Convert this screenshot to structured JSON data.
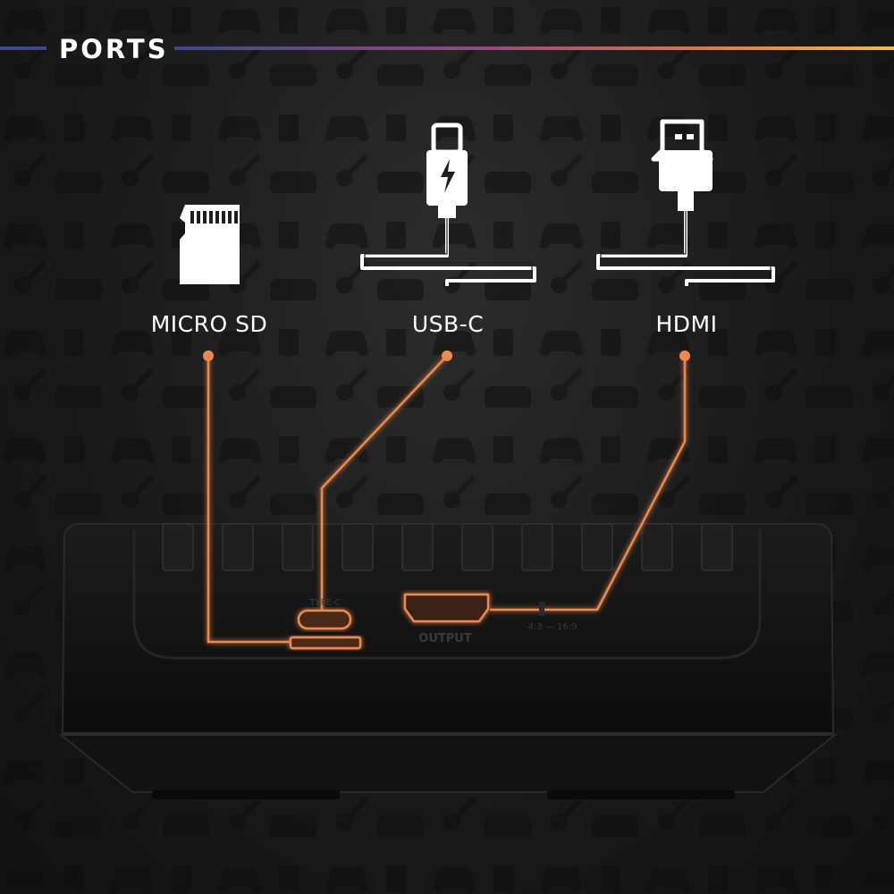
{
  "header": {
    "title": "PORTS"
  },
  "ports": [
    {
      "label": "MICRO SD",
      "icon": "micro-sd-card-icon"
    },
    {
      "label": "USB-C",
      "icon": "usb-c-cable-icon"
    },
    {
      "label": "HDMI",
      "icon": "hdmi-cable-icon"
    }
  ],
  "device": {
    "usb_port_text": "TYPE-C",
    "hdmi_port_text": "OUTPUT",
    "aspect_switch_text": "4:3 — 16:9"
  },
  "colors": {
    "accent_orange": "#f0894e",
    "header_gradient": [
      "#3b4a8c",
      "#9a4a78",
      "#e07a4a",
      "#f2b94a"
    ],
    "background": "#1c1c1c",
    "device_body": "#141414"
  }
}
